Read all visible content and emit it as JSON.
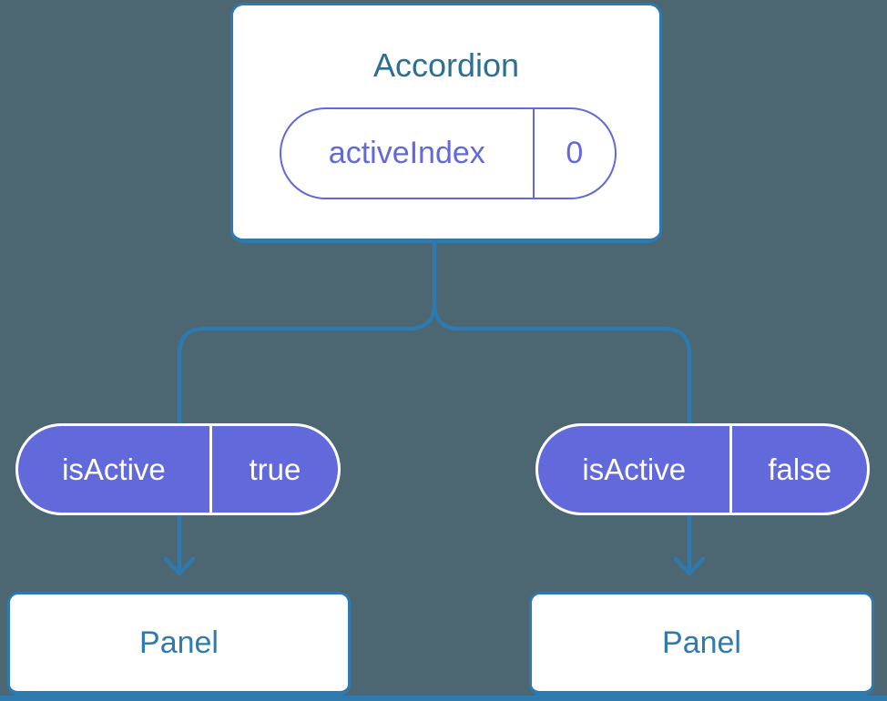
{
  "colors": {
    "background": "#4D6772",
    "line_blue": "#2E79AD",
    "node_purple": "#6269DA",
    "title_teal": "#2D6E93",
    "panel_text_blue": "#2F7AAE",
    "card_white": "#FFFFFF"
  },
  "tree": {
    "root": {
      "title": "Accordion",
      "state_pill": {
        "name": "activeIndex",
        "value": "0"
      }
    },
    "children": [
      {
        "prop_pill": {
          "name": "isActive",
          "value": "true"
        },
        "node": {
          "title": "Panel"
        }
      },
      {
        "prop_pill": {
          "name": "isActive",
          "value": "false"
        },
        "node": {
          "title": "Panel"
        }
      }
    ]
  }
}
